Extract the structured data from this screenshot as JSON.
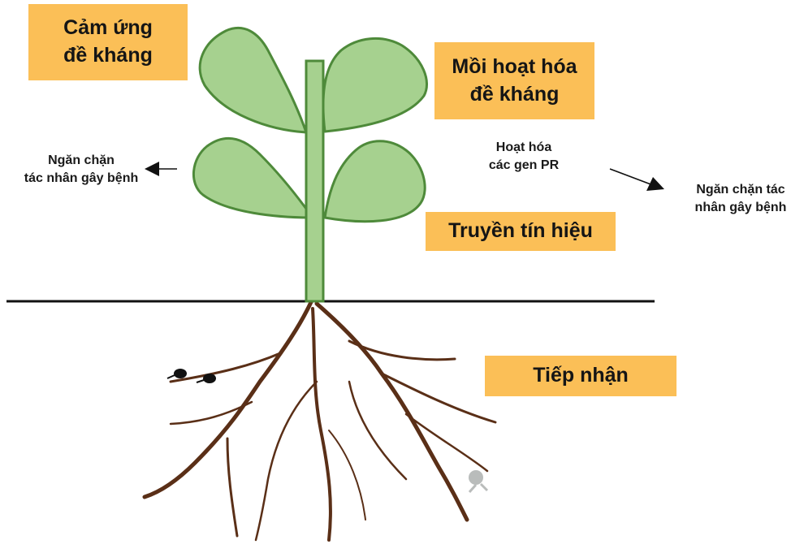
{
  "labels": {
    "cam_ung_line1": "Cảm ứng",
    "cam_ung_line2": "đề kháng",
    "moi_hoat_hoa_line1": "Mồi hoạt hóa",
    "moi_hoat_hoa_line2": "đề kháng",
    "truyen_tin_hieu": "Truyền tín hiệu",
    "tiep_nhan": "Tiếp nhận"
  },
  "notes": {
    "left_line1": "Ngăn chặn",
    "left_line2": "tác nhân gây bệnh",
    "pr_line1": "Hoạt hóa",
    "pr_line2": "các gen PR",
    "right_line1": "Ngăn chặn tác",
    "right_line2": "nhân gây bệnh"
  },
  "colors": {
    "label_fill": "#fbbf57",
    "leaf_fill": "#a6d18f",
    "leaf_stroke": "#4e8a3a",
    "root": "#5a2f17"
  }
}
